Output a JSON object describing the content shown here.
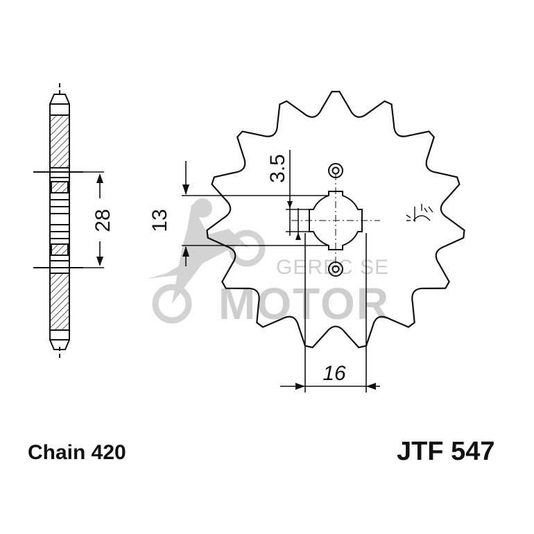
{
  "footer": {
    "chain": "Chain 420",
    "part_number": "JTF 547"
  },
  "dimensions": {
    "bolt_circle": "28",
    "spline_width": "13",
    "keyway": "3.5",
    "hub_offset": "16"
  },
  "sprocket": {
    "teeth": 15
  },
  "watermark": {
    "line1": "GEREC SE",
    "line2": "MOTOR"
  },
  "colors": {
    "line": "#111111",
    "watermark": "#c9c9c9"
  }
}
